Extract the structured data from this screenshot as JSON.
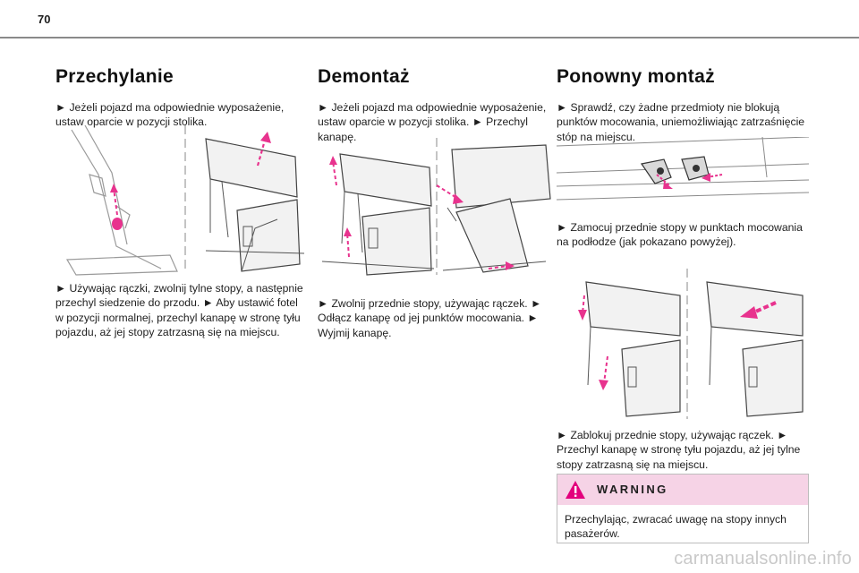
{
  "page_number": "70",
  "sections": {
    "tilting": {
      "title": "Przechylanie",
      "intro": "► Jeżeli pojazd ma odpowiednie wyposażenie, ustaw oparcie w pozycji stolika.",
      "steps": "► Używając rączki, zwolnij tylne stopy, a następnie przechyl siedzenie do przodu. ► Aby ustawić fotel w pozycji normalnej, przechyl kanapę w stronę tyłu pojazdu, aż jej stopy zatrzasną się na miejscu."
    },
    "removal": {
      "title": "Demontaż",
      "intro": "► Jeżeli pojazd ma odpowiednie wyposażenie, ustaw oparcie w pozycji stolika. ► Przechyl kanapę.",
      "steps": "► Zwolnij przednie stopy, używając rączek. ► Odłącz kanapę od jej punktów mocowania. ► Wyjmij kanapę."
    },
    "refitting": {
      "title": "Ponowny montaż",
      "intro": "► Sprawdź, czy żadne przedmioty nie blokują punktów mocowania, uniemożliwiając zatrzaśnięcie stóp na miejscu.",
      "middle": "► Zamocuj przednie stopy w punktach mocowania na podłodze (jak pokazano powyżej).",
      "steps": "► Zablokuj przednie stopy, używając rączek. ► Przechyl kanapę w stronę tyłu pojazdu, aż jej tylne stopy zatrzasną się na miejscu."
    }
  },
  "warning": {
    "title": "WARNING",
    "text": "Przechylając, zwracać uwagę na stopy innych pasażerów."
  },
  "watermark": "carmanualsonline.info",
  "colors": {
    "accent_magenta": "#e8338e",
    "warning_bg": "#f6d3e6",
    "rule": "#8a8a8a"
  }
}
